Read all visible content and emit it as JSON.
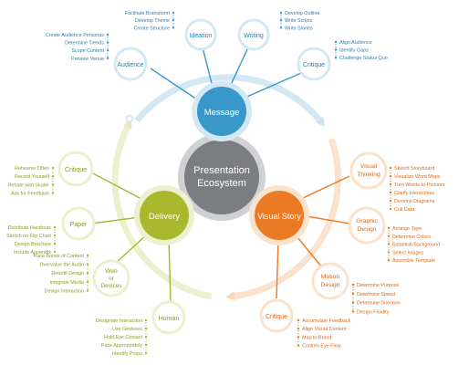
{
  "center": {
    "label_line1": "Presentation",
    "label_line2": "Ecosystem"
  },
  "hubs": {
    "message": {
      "label": "Message",
      "color": "#3a97c9"
    },
    "delivery": {
      "label": "Delivery",
      "color": "#a7b82d"
    },
    "visual": {
      "label": "Visual Story",
      "color": "#ea7a24"
    }
  },
  "nodes": {
    "ideation": {
      "label": "Ideation",
      "items": [
        "Facilitate Brainstorm",
        "Develop Theme",
        "Create Structure"
      ]
    },
    "writing": {
      "label": "Writing",
      "items": [
        "Develop Outline",
        "Write Scripts",
        "Write Stories"
      ]
    },
    "audience": {
      "label": "Audience",
      "items": [
        "Create Audience Personas",
        "Determine Trends",
        "Scope Content",
        "Preview Venue"
      ]
    },
    "critique_m": {
      "label": "Critique",
      "items": [
        "Align Audience",
        "Identify Gaps",
        "Challenge Status Quo"
      ]
    },
    "thinking": {
      "label_line1": "Visual",
      "label_line2": "Thinking",
      "items": [
        "Sketch Storyboard",
        "Visualize Word Maps",
        "Turn Words-to-Pictures",
        "Clarify Hierarchies",
        "Develop Diagrams",
        "Cull Data"
      ]
    },
    "graphic": {
      "label_line1": "Graphic",
      "label_line2": "Design",
      "items": [
        "Arrange Type",
        "Determine Colors",
        "Establish Background",
        "Select Images",
        "Assemble Template"
      ]
    },
    "motion": {
      "label_line1": "Motion",
      "label_line2": "Design",
      "items": [
        "Determine Purpose",
        "Determine Speed",
        "Determine Direction",
        "Design Fluidity"
      ]
    },
    "critique_v": {
      "label": "Critique",
      "items": [
        "Accumulate Feedback",
        "Align Visual Content",
        "Map to Brand",
        "Confirm Eye Flow"
      ]
    },
    "critique_d": {
      "label": "Critique",
      "items": [
        "Rehearse Often",
        "Record Yourself",
        "Rehate with Skater",
        "Ask for Feedback"
      ]
    },
    "paper": {
      "label": "Paper",
      "items": [
        "Distribute Handouts",
        "Sketch on Flip Chart",
        "Design Brochure",
        "Include Appendix"
      ]
    },
    "web": {
      "label_line1": "Web",
      "label_line2": "or",
      "label_line3": "Devices",
      "items": [
        "Pace Bursts of Content",
        "Overvalue the Audio",
        "Retrofit Design",
        "Integrate Media",
        "Design Interaction"
      ]
    },
    "human": {
      "label": "Human",
      "items": [
        "Designate Interaction",
        "Use Gestures",
        "Hold Eye Contact",
        "Pace Appropriately",
        "Identify Props"
      ]
    }
  },
  "colors": {
    "blue": "#3a97c9",
    "blue_light": "#d3e8f3",
    "blue_text": "#2e7fb0",
    "green": "#a7b82d",
    "green_light": "#edf0cf",
    "green_text": "#8c9c20",
    "orange": "#ea7a24",
    "orange_light": "#fbe2cc",
    "orange_text": "#dc6a17",
    "center": "#7b7d80",
    "center_ring": "#cfd1d3"
  }
}
